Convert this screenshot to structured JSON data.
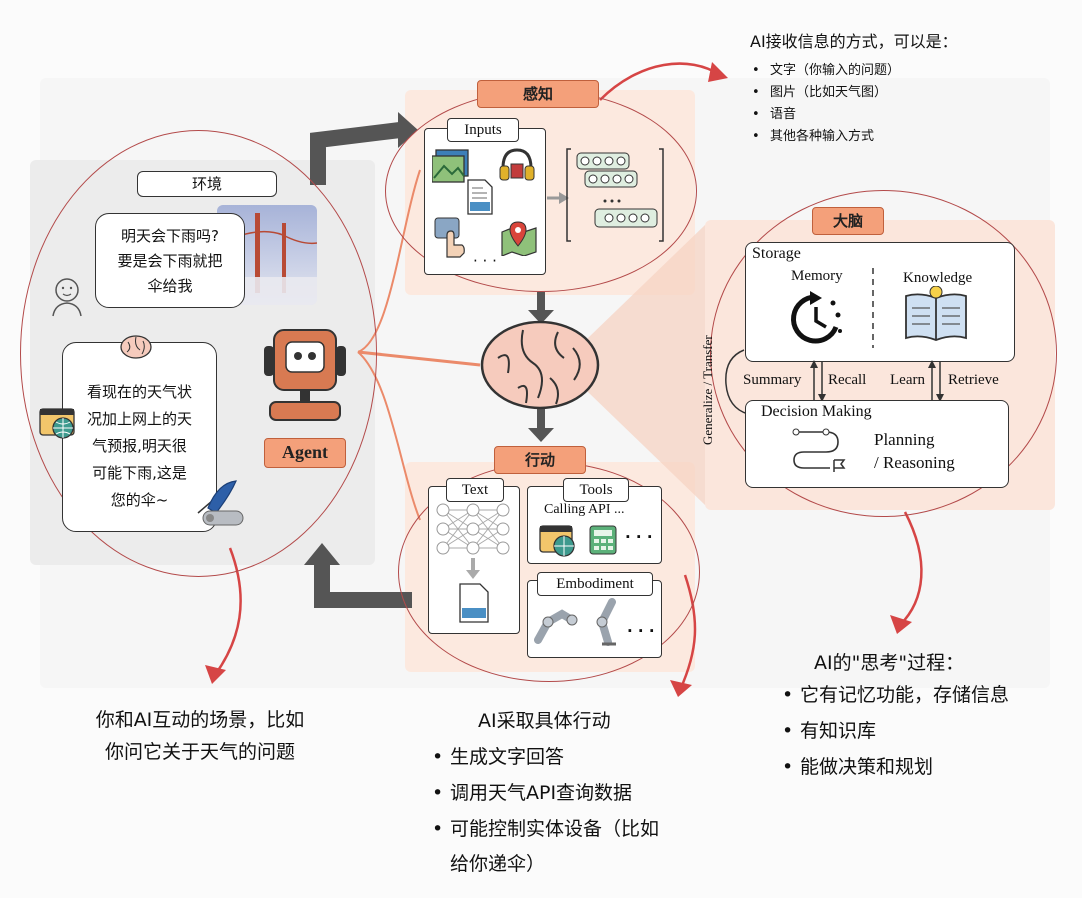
{
  "environment": {
    "tag": "环境",
    "bubble1": [
      "明天会下雨吗?",
      "要是会下雨就把",
      "伞给我"
    ],
    "bubble2": [
      "看现在的天气状",
      "况加上网上的天",
      "气预报,明天很",
      "可能下雨,这是",
      "您的伞~"
    ],
    "agent_label": "Agent"
  },
  "perception": {
    "tag": "感知",
    "inputs_label": "Inputs",
    "ellipsis": "· · ·"
  },
  "brain": {
    "tag": "大脑",
    "storage_label": "Storage",
    "memory_label": "Memory",
    "knowledge_label": "Knowledge",
    "summary": "Summary",
    "recall": "Recall",
    "learn": "Learn",
    "retrieve": "Retrieve",
    "decision_label": "Decision Making",
    "planning": "Planning",
    "reasoning": "/ Reasoning",
    "side_label": "Generalize / Transfer"
  },
  "action": {
    "tag": "行动",
    "text_label": "Text",
    "tools_label": "Tools",
    "calling_api": "Calling API ...",
    "embodiment_label": "Embodiment",
    "ellipsis": "· · ·"
  },
  "notes": {
    "perception_title": "AI接收信息的方式，可以是：",
    "perception_items": [
      "文字（你输入的问题）",
      "图片（比如天气图）",
      "语音",
      "其他各种输入方式"
    ],
    "env_lines": [
      "你和AI互动的场景，比如",
      "你问它关于天气的问题"
    ],
    "action_title": "AI采取具体行动",
    "action_items": [
      "生成文字回答",
      "调用天气API查询数据",
      "可能控制实体设备（比如"
    ],
    "action_cont": "给你递伞）",
    "brain_title": "AI的\"思考\"过程：",
    "brain_items": [
      "它有记忆功能，存储信息",
      "有知识库",
      "能做决策和规划"
    ]
  },
  "colors": {
    "accent": "#f4a07a",
    "oval": "#b34a4a",
    "arrow_red": "#d64545",
    "arrow_gray": "#555555"
  }
}
